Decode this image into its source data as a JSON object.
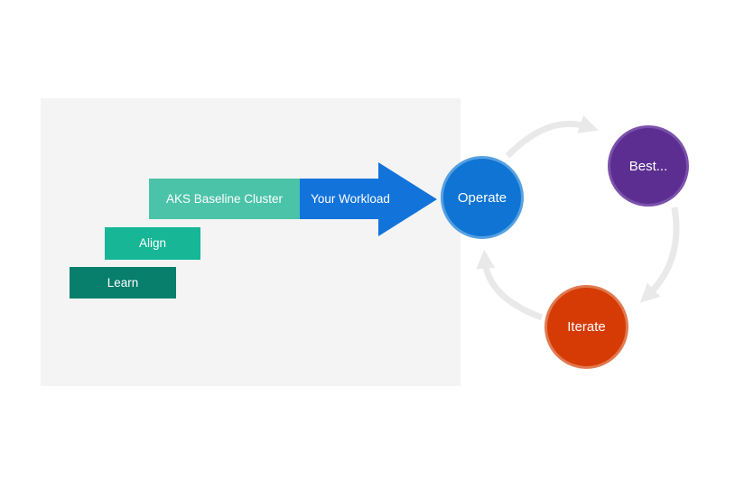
{
  "diagram": {
    "description": "AKS adoption journey: stair-step stages feeding an arrow into a continuous operate cycle",
    "panel_color": "#f4f4f4",
    "text_color": "#ffffff",
    "stages": {
      "bars": [
        {
          "label": "Learn",
          "color": "#087e6c"
        },
        {
          "label": "Align",
          "color": "#16b696"
        },
        {
          "label": "AKS Baseline Cluster",
          "color": "#4bc3a8"
        }
      ],
      "arrow": {
        "label": "Your Workload",
        "color": "#1273db"
      }
    },
    "cycle": {
      "arc_color": "#e9e9e9",
      "nodes": [
        {
          "label": "Operate",
          "fill": "#0f74d4",
          "ring": "#55a0e0"
        },
        {
          "label": "Best...",
          "fill": "#5c2e91",
          "ring": "#7b52ab"
        },
        {
          "label": "Iterate",
          "fill": "#d63b05",
          "ring": "#e07a50"
        }
      ]
    }
  }
}
